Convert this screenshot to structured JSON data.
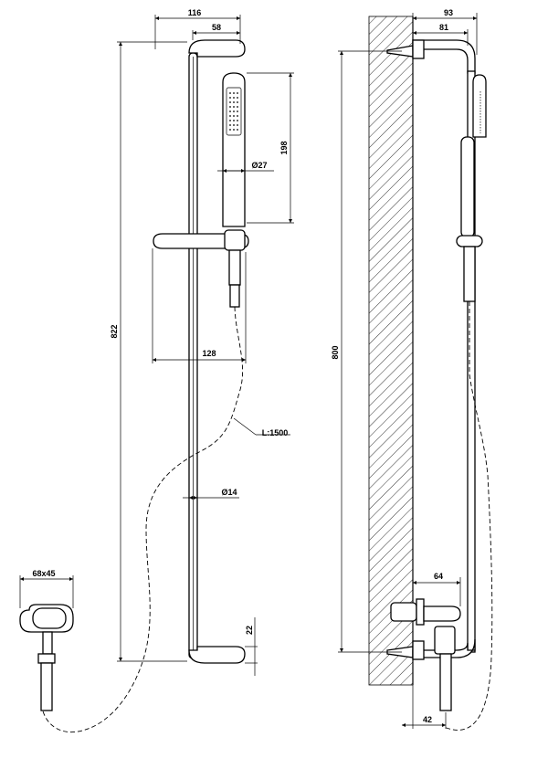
{
  "drawing": {
    "front_view": {
      "dims": {
        "top_width": "116",
        "bracket_width": "58",
        "handshower_length": "198",
        "handshower_diameter": "Ø27",
        "overall_height": "822",
        "slider_projection": "128",
        "hose_length": "L:1500",
        "bar_diameter": "Ø14",
        "bottom_bracket_dim": "22",
        "wall_plate": "68x45"
      }
    },
    "side_view": {
      "dims": {
        "top_projection": "93",
        "inner_projection": "81",
        "mount_height": "800",
        "outlet_projection": "64",
        "bottom_offset": "42"
      }
    }
  }
}
